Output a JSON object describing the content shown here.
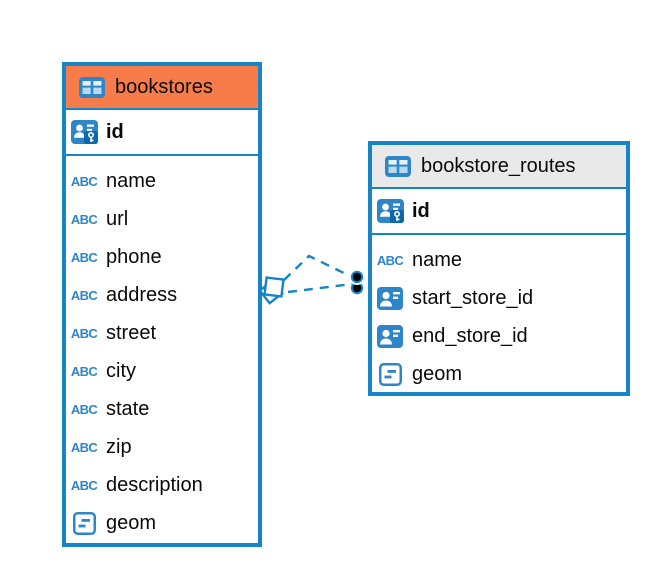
{
  "icons": {
    "text_type_label": "ABC",
    "table_icon": "table-grid",
    "primary_key_icon": "person-card-with-key",
    "reference_icon": "person-card",
    "geometry_icon": "box-with-dashes"
  },
  "colors": {
    "table_border": "#1585C8",
    "icon_blue": "#2E86C8",
    "key_badge_blue": "#0E67A9",
    "selected_header": "#F87C4A",
    "default_header": "#E9E9E9",
    "relationship_line": "#1585C8",
    "background": "#ffffff",
    "text": "#0a0a0a"
  },
  "tables": [
    {
      "name": "bookstores",
      "header_style": "selected",
      "columns": [
        {
          "name": "id",
          "type": "primary-key"
        },
        {
          "name": "name",
          "type": "text"
        },
        {
          "name": "url",
          "type": "text"
        },
        {
          "name": "phone",
          "type": "text"
        },
        {
          "name": "address",
          "type": "text"
        },
        {
          "name": "street",
          "type": "text"
        },
        {
          "name": "city",
          "type": "text"
        },
        {
          "name": "state",
          "type": "text"
        },
        {
          "name": "zip",
          "type": "text"
        },
        {
          "name": "description",
          "type": "text"
        },
        {
          "name": "geom",
          "type": "geometry"
        }
      ]
    },
    {
      "name": "bookstore_routes",
      "header_style": "plain",
      "columns": [
        {
          "name": "id",
          "type": "primary-key"
        },
        {
          "name": "name",
          "type": "text"
        },
        {
          "name": "start_store_id",
          "type": "reference"
        },
        {
          "name": "end_store_id",
          "type": "reference"
        },
        {
          "name": "geom",
          "type": "geometry"
        }
      ]
    }
  ],
  "relationship": {
    "from_table": "bookstores",
    "to_table": "bookstore_routes",
    "line_style": "dashed",
    "edge_count": 2,
    "color": "#1585C8"
  }
}
